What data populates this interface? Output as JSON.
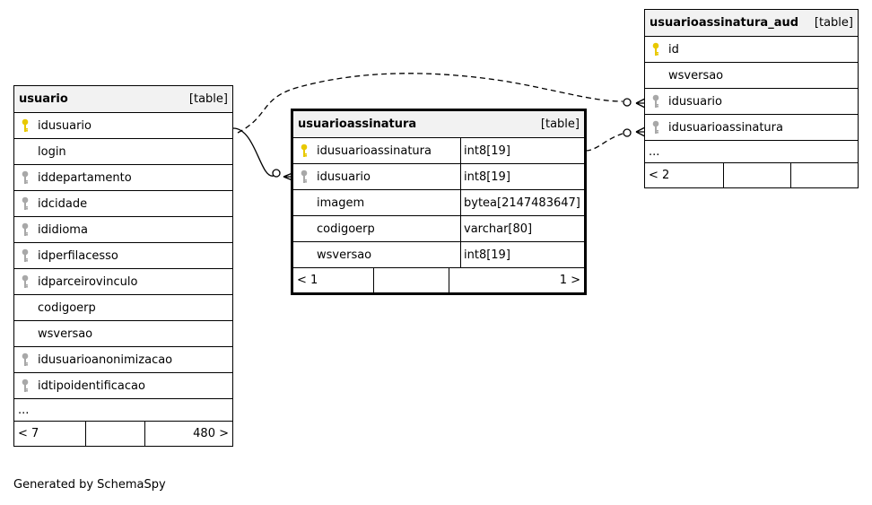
{
  "tables": {
    "usuario": {
      "name": "usuario",
      "type": "[table]",
      "columns": [
        {
          "name": "idusuario",
          "key": "primary"
        },
        {
          "name": "login",
          "key": "none"
        },
        {
          "name": "iddepartamento",
          "key": "foreign"
        },
        {
          "name": "idcidade",
          "key": "foreign"
        },
        {
          "name": "ididioma",
          "key": "foreign"
        },
        {
          "name": "idperfilacesso",
          "key": "foreign"
        },
        {
          "name": "idparceirovinculo",
          "key": "foreign"
        },
        {
          "name": "codigoerp",
          "key": "none"
        },
        {
          "name": "wsversao",
          "key": "none"
        },
        {
          "name": "idusuarioanonimizacao",
          "key": "foreign"
        },
        {
          "name": "idtipoidentificacao",
          "key": "foreign"
        }
      ],
      "more": "...",
      "footer": {
        "parents": "< 7",
        "middle": "",
        "children": "480 >"
      }
    },
    "usuarioassinatura": {
      "name": "usuarioassinatura",
      "type": "[table]",
      "columns": [
        {
          "name": "idusuarioassinatura",
          "key": "primary",
          "datatype": "int8[19]"
        },
        {
          "name": "idusuario",
          "key": "foreign",
          "datatype": "int8[19]"
        },
        {
          "name": "imagem",
          "key": "none",
          "datatype": "bytea[2147483647]"
        },
        {
          "name": "codigoerp",
          "key": "none",
          "datatype": "varchar[80]"
        },
        {
          "name": "wsversao",
          "key": "none",
          "datatype": "int8[19]"
        }
      ],
      "footer": {
        "parents": "< 1",
        "middle": "",
        "children": "1 >"
      }
    },
    "usuarioassinatura_aud": {
      "name": "usuarioassinatura_aud",
      "type": "[table]",
      "columns": [
        {
          "name": "id",
          "key": "primary"
        },
        {
          "name": "wsversao",
          "key": "none"
        },
        {
          "name": "idusuario",
          "key": "foreign"
        },
        {
          "name": "idusuarioassinatura",
          "key": "foreign"
        }
      ],
      "more": "...",
      "footer": {
        "parents": "< 2",
        "middle": "",
        "children": ""
      }
    }
  },
  "generated_by": "Generated by SchemaSpy",
  "colors": {
    "primary_key": "#e8c800",
    "foreign_key": "#a8a8a8",
    "header_bg": "#f2f2f2",
    "border": "#000000"
  }
}
